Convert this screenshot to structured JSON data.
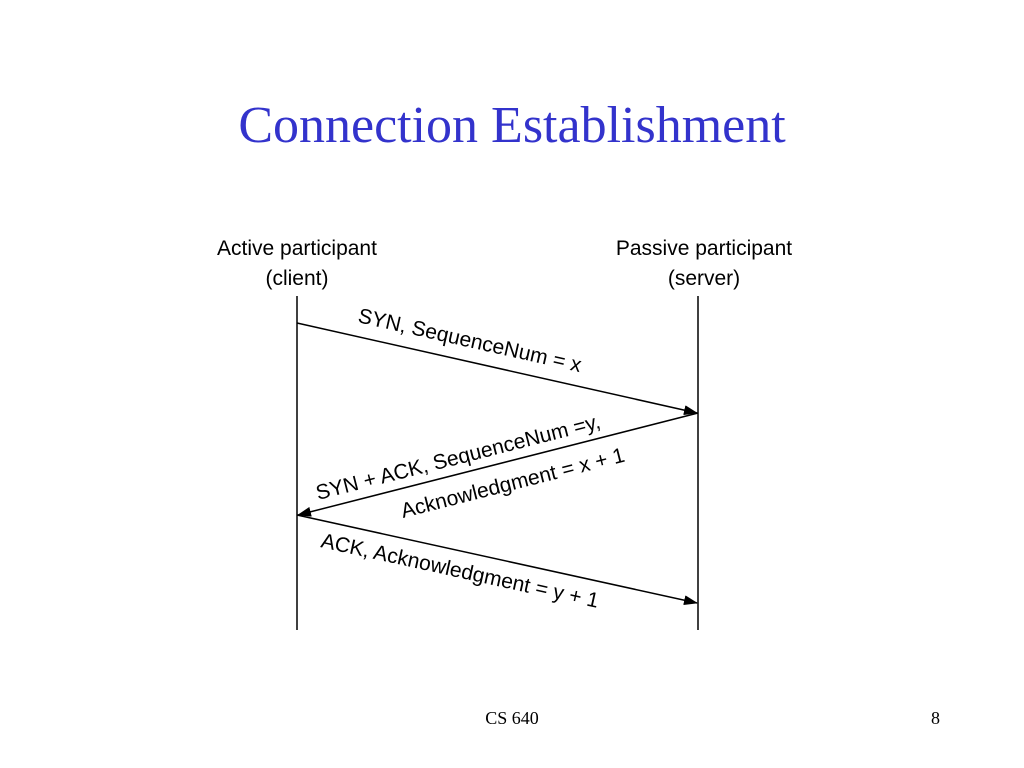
{
  "slide": {
    "title": "Connection Establishment",
    "title_color": "#3333CC",
    "footer_course": "CS 640",
    "page_number": "8"
  },
  "diagram": {
    "client": {
      "label_line1": "Active participant",
      "label_line2": "(client)"
    },
    "server": {
      "label_line1": "Passive participant",
      "label_line2": "(server)"
    },
    "messages": [
      {
        "direction": "client-to-server",
        "text": "SYN, SequenceNum = x"
      },
      {
        "direction": "server-to-client",
        "text_line1": "SYN + ACK, SequenceNum =y,",
        "text_line2": "Acknowledgment = x + 1"
      },
      {
        "direction": "client-to-server",
        "text": "ACK, Acknowledgment = y + 1"
      }
    ]
  }
}
